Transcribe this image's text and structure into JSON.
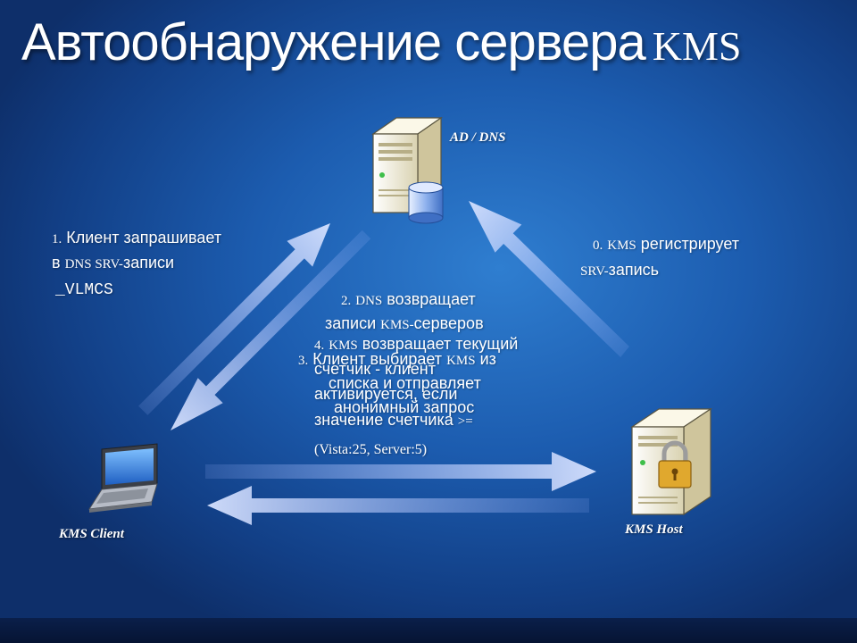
{
  "slide": {
    "title": "Автообнаружение сервера",
    "title_suffix": "KMS",
    "colors": {
      "background": "#1c5caf",
      "text": "#ffffff",
      "arrow": "#c8d6ff",
      "server_body": "#f3efd9",
      "lock": "#e0a82e"
    },
    "icons": [
      "server-icon",
      "database-icon",
      "laptop-icon",
      "lock-icon",
      "arrow-icon"
    ]
  },
  "nodes": {
    "ad_dns": "AD / DNS",
    "kms_client": "KMS Client",
    "kms_host": "KMS Host"
  },
  "steps": {
    "step0": {
      "num": "0.",
      "kms": "KMS",
      "text1": "регистрирует",
      "srv": "SRV-",
      "text2": "запись"
    },
    "step1": {
      "num": "1.",
      "text1": "Клиент запрашивает",
      "prefix": "в",
      "dns_srv": "DNS SRV-",
      "text2": "записи",
      "record": "_VLMCS"
    },
    "step2": {
      "num": "2.",
      "dns": "DNS",
      "text1": "возвращает",
      "text2": "записи",
      "kms": "KMS-",
      "text3": "серверов"
    },
    "step3": {
      "num": "3.",
      "text1": "Клиент выбирает",
      "kms": "KMS",
      "text2": "из",
      "text3": "списка и отправляет",
      "text4": "анонимный запрос"
    },
    "step4": {
      "num": "4.",
      "kms": "KMS",
      "text1": "возвращает текущий",
      "text2": "счетчик - клиент",
      "text3": "активируется, если",
      "text4": "значение счетчика",
      "op": ">=",
      "thresholds": "(Vista:25, Server:5)"
    }
  }
}
